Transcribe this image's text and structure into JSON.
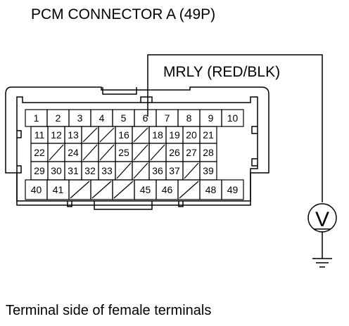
{
  "title": "PCM CONNECTOR A (49P)",
  "wire_label": "MRLY (RED/BLK)",
  "caption": "Terminal side of female terminals",
  "probe_terminal": "6",
  "meter_symbol": "V",
  "rows": [
    [
      "1",
      "2",
      "3",
      "4",
      "5",
      "6",
      "7",
      "8",
      "9",
      "10"
    ],
    [
      "11",
      "12",
      "13",
      "",
      "",
      "16",
      "",
      "18",
      "19",
      "20",
      "21"
    ],
    [
      "22",
      "",
      "24",
      "",
      "",
      "25",
      "",
      "",
      "26",
      "27",
      "28"
    ],
    [
      "29",
      "30",
      "31",
      "32",
      "33",
      "",
      "",
      "36",
      "37",
      "",
      "39"
    ],
    [
      "40",
      "41",
      "",
      "",
      "",
      "45",
      "46",
      "",
      "48",
      "49"
    ]
  ]
}
